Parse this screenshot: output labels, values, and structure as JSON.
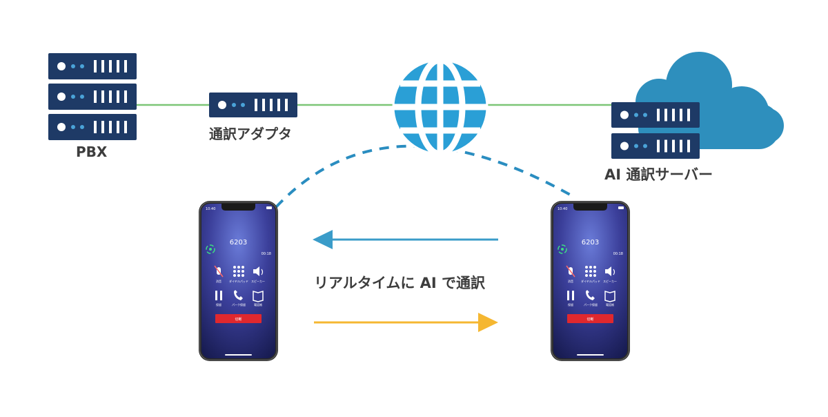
{
  "labels": {
    "pbx": "PBX",
    "adapter": "通訳アダプタ",
    "ai_server": "AI 通訳サーバー",
    "realtime": "リアルタイムに AI で通訳"
  },
  "phone": {
    "time": "10:40",
    "number": "6203",
    "duration": "00:18",
    "mute_label": "消音",
    "keypad_label": "ダイヤルパッド",
    "speaker_label": "スピーカー",
    "hold_label": "保留",
    "transfer_label": "パーク保留",
    "phonebook_label": "電話帳",
    "hangup_label": "切断"
  },
  "colors": {
    "server": "#1e3a66",
    "server_dot": "#4aa3d8",
    "link_line": "#7cc576",
    "wireless": "#2a8dc0",
    "globe": "#2a9fd6",
    "cloud": "#2e8fbd",
    "arrow_left": "#3a9cc9",
    "arrow_right": "#f5b731",
    "label_text": "#3d3d3d"
  }
}
